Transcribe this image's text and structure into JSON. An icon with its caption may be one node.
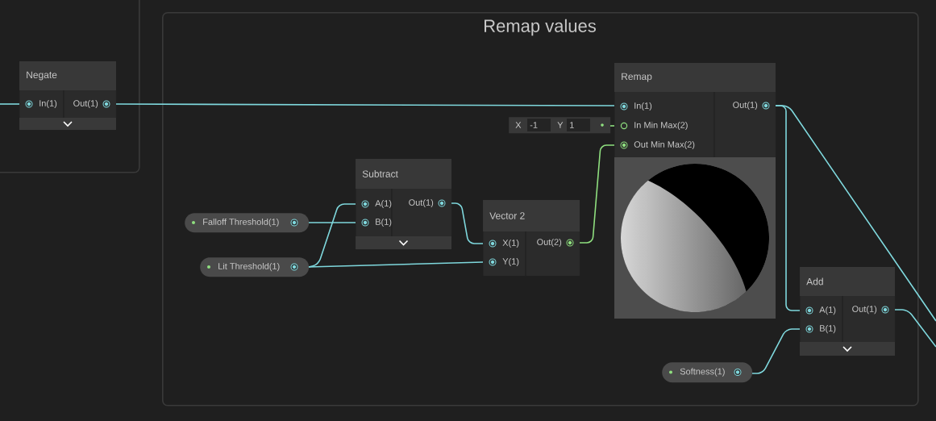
{
  "diagram": {
    "nodes": [
      {
        "text": [],
        "shape": "box"
      },
      {
        "text": [
          "Negate",
          "In(1)",
          "Out(1)"
        ],
        "in": 0
      },
      {
        "text": [
          "Remap values"
        ]
      },
      {
        "text": [
          "Remap",
          "In(1)",
          "In Min Max(2)",
          "Out Min Max(2)",
          "Out(1)"
        ],
        "in": 2
      },
      {
        "text": [
          "X",
          "-1",
          "Y",
          "1"
        ],
        "in": 2
      },
      {
        "text": [
          "Subtract",
          "A(1)",
          "B(1)",
          "Out(1)"
        ],
        "in": 2
      },
      {
        "text": [
          "Falloff Threshold(1)"
        ],
        "in": 2
      },
      {
        "text": [
          "Lit Threshold(1)"
        ],
        "in": 2
      },
      {
        "text": [
          "Vector 2",
          "X(1)",
          "Y(1)",
          "Out(2)"
        ],
        "in": 2
      },
      {
        "text": [
          "Add",
          "A(1)",
          "B(1)",
          "Out(1)"
        ],
        "in": 2
      },
      {
        "text": [
          "Softness(1)"
        ],
        "in": 2
      }
    ],
    "edges": [
      {
        "from": null,
        "to": 1,
        "arrow": "none"
      },
      {
        "from": 1,
        "to": 3,
        "arrow": "none"
      },
      {
        "from": 4,
        "to": 3,
        "arrow": "none",
        "color": "#8fdf7f"
      },
      {
        "from": 6,
        "to": 5,
        "arrow": "none"
      },
      {
        "from": 7,
        "to": 5,
        "arrow": "none"
      },
      {
        "from": 7,
        "to": 8,
        "arrow": "none"
      },
      {
        "from": 5,
        "to": 8,
        "arrow": "none"
      },
      {
        "from": 8,
        "to": 3,
        "arrow": "none",
        "color": "#8fdf7f"
      },
      {
        "from": 3,
        "to": 9,
        "arrow": "none"
      },
      {
        "from": 3,
        "to": null,
        "arrow": "none"
      },
      {
        "from": 9,
        "to": null,
        "arrow": "none"
      },
      {
        "from": 10,
        "to": 9,
        "arrow": "none"
      }
    ]
  }
}
